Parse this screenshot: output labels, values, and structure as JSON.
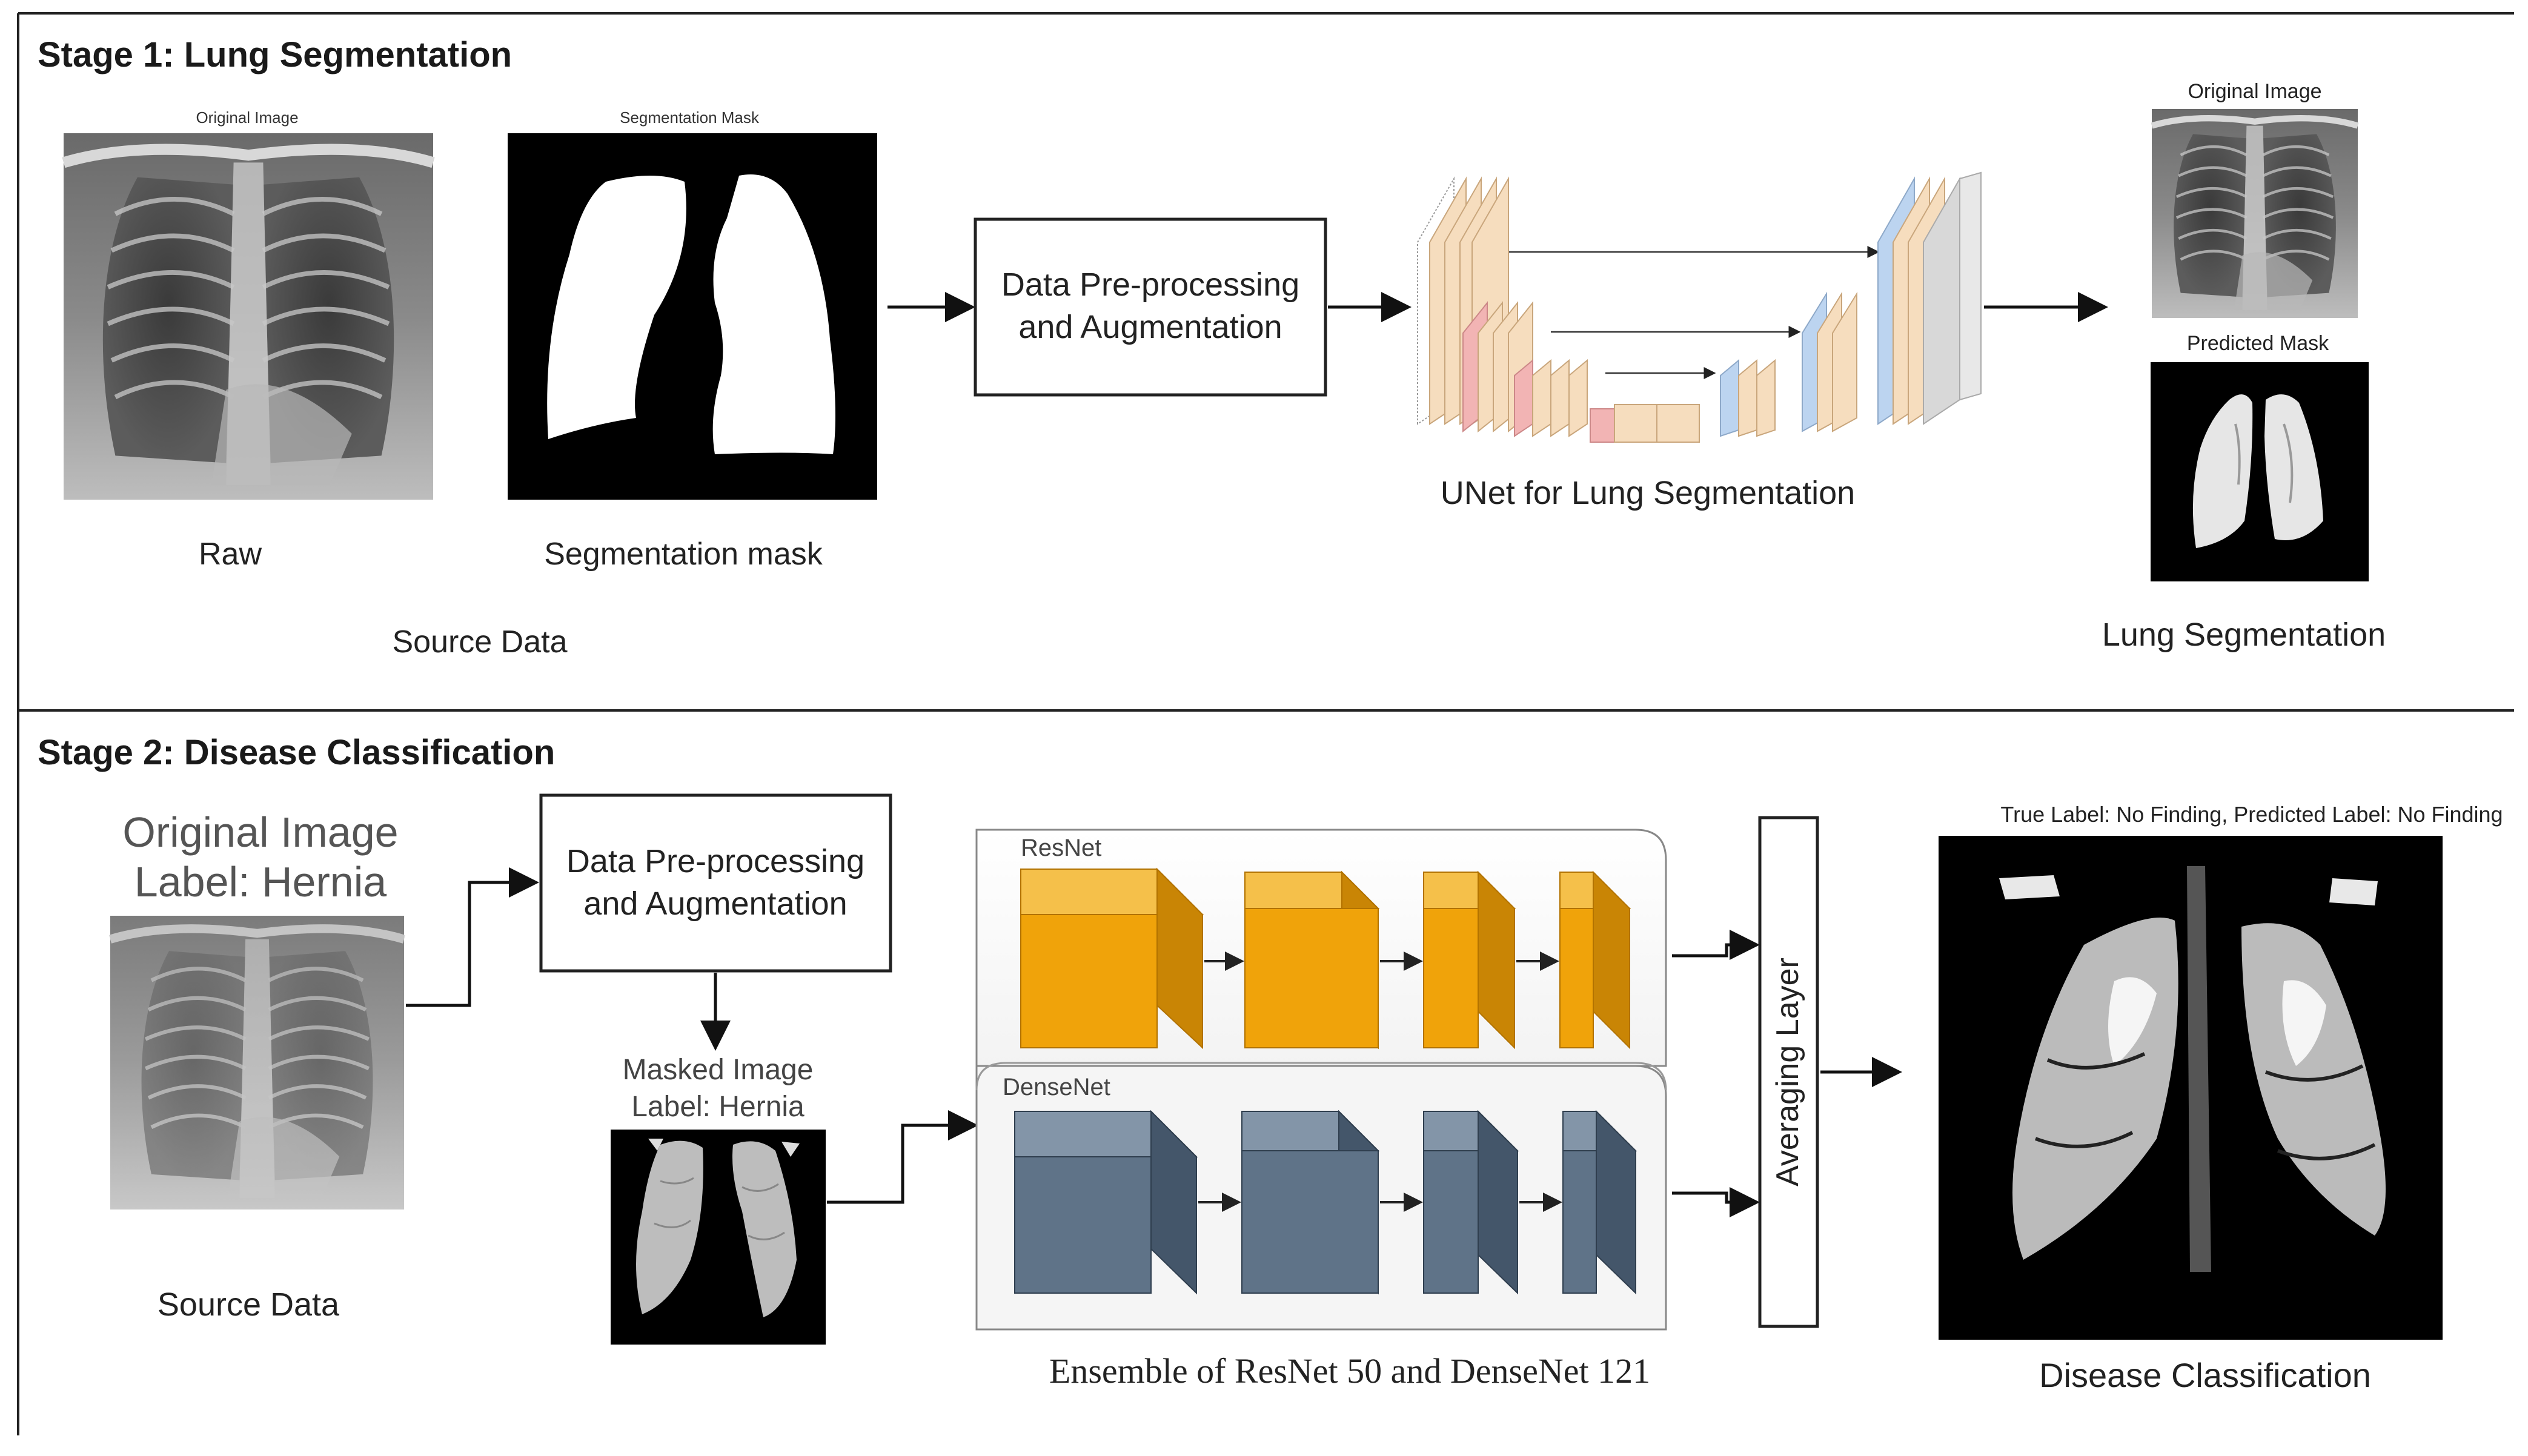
{
  "stage1": {
    "title": "Stage 1: Lung Segmentation",
    "raw_image_caption": "Original Image",
    "raw_label": "Raw",
    "mask_image_caption": "Segmentation Mask",
    "mask_label": "Segmentation mask",
    "source_label": "Source Data",
    "preprocess_line1": "Data Pre-processing",
    "preprocess_line2": "and Augmentation",
    "unet_label": "UNet for Lung Segmentation",
    "out_original_caption": "Original Image",
    "out_mask_caption": "Predicted Mask",
    "output_label": "Lung Segmentation"
  },
  "stage2": {
    "title": "Stage 2: Disease Classification",
    "orig_line1": "Original Image",
    "orig_line2": "Label: Hernia",
    "source_label": "Source Data",
    "preprocess_line1": "Data Pre-processing",
    "preprocess_line2": "and Augmentation",
    "masked_line1": "Masked Image",
    "masked_line2": "Label: Hernia",
    "resnet_label": "ResNet",
    "densenet_label": "DenseNet",
    "ensemble_label": "Ensemble of ResNet 50 and DenseNet 121",
    "averaging_label": "Averaging Layer",
    "result_caption": "True Label: No Finding, Predicted Label: No Finding",
    "output_label": "Disease Classification"
  },
  "colors": {
    "resnet_front": "#F0A30A",
    "resnet_top": "#F5C04A",
    "resnet_side": "#C98505",
    "densenet_front": "#5F7388",
    "densenet_top": "#8395A8",
    "densenet_side": "#44566A",
    "unet_tan": "#F6DDBE",
    "unet_pink": "#F2B4B4",
    "unet_blue": "#BCD4F0",
    "unet_grey": "#D8D8D8"
  }
}
